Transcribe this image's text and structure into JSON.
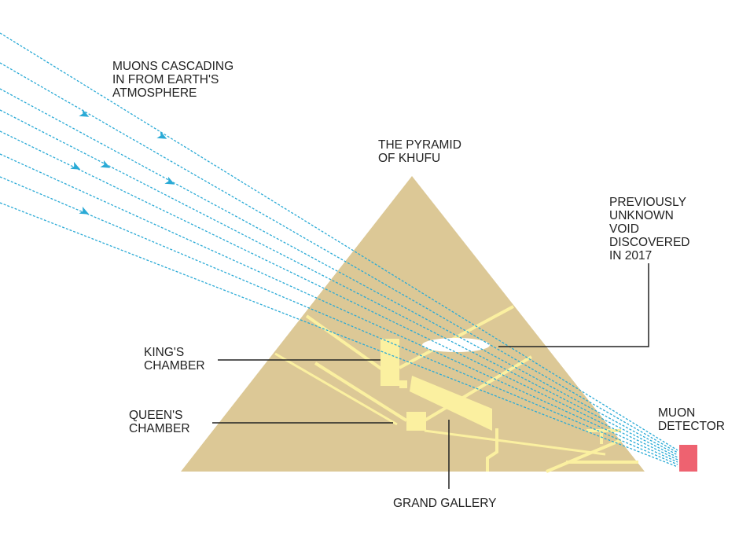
{
  "labels": {
    "muons": [
      "MUONS CASCADING",
      "IN FROM EARTH'S",
      "ATMOSPHERE"
    ],
    "pyramid": [
      "THE PYRAMID",
      "OF KHUFU"
    ],
    "void": [
      "PREVIOUSLY",
      "UNKNOWN",
      "VOID",
      "DISCOVERED",
      "IN 2017"
    ],
    "kings_chamber": [
      "KING'S",
      "CHAMBER"
    ],
    "queens_chamber": [
      "QUEEN'S",
      "CHAMBER"
    ],
    "grand_gallery": [
      "GRAND GALLERY"
    ],
    "detector": [
      "MUON",
      "DETECTOR"
    ]
  },
  "colors": {
    "pyramid": "#dcc896",
    "passages": "#fbf0a0",
    "void": "#ffffff",
    "muon_rays": "#2aaad6",
    "detector": "#ee6270",
    "leader_lines": "#222222"
  },
  "icons": {
    "ray_arrow": "arrowhead-icon",
    "detector": "detector-box-icon"
  }
}
